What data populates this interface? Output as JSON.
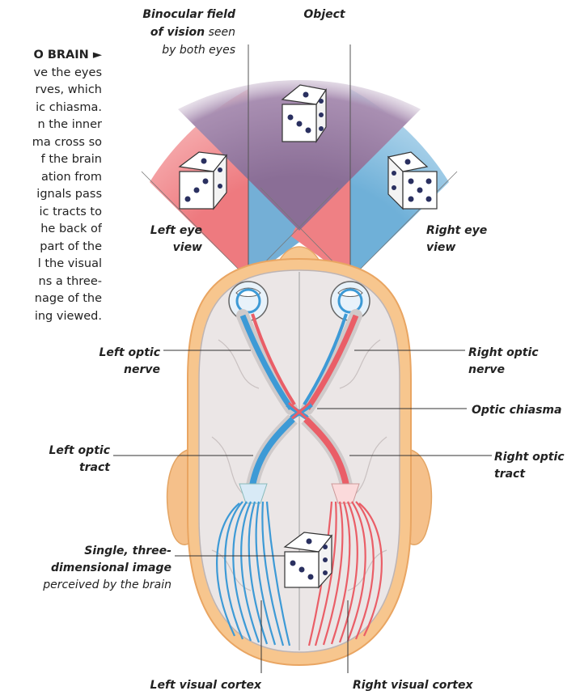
{
  "side_text": {
    "heading": "O BRAIN ►",
    "lines": [
      "ve the eyes",
      "rves, which",
      "ic chiasma.",
      "n the inner",
      "ma cross so",
      "f the brain",
      "ation from",
      "ignals pass",
      "ic tracts to",
      "he back of",
      "part of the",
      "l the visual",
      "ns a three-",
      "nage of the",
      "ing viewed."
    ]
  },
  "labels": {
    "binocular_1": "Binocular field",
    "binocular_2a": "of vision",
    "binocular_2b": " seen",
    "binocular_3": "by both eyes",
    "object": "Object",
    "left_eye_1": "Left eye",
    "left_eye_2": "view",
    "right_eye_1": "Right eye",
    "right_eye_2": "view",
    "left_optic_nerve_1": "Left optic",
    "left_optic_nerve_2": "nerve",
    "right_optic_nerve_1": "Right optic",
    "right_optic_nerve_2": "nerve",
    "optic_chiasma": "Optic chiasma",
    "left_optic_tract_1": "Left optic",
    "left_optic_tract_2": "tract",
    "right_optic_tract_1": "Right optic",
    "right_optic_tract_2": "tract",
    "single_image_1": "Single, three-",
    "single_image_2": "dimensional image",
    "single_image_3": "perceived by the brain",
    "left_visual_cortex": "Left visual cortex",
    "right_visual_cortex": "Right visual cortex"
  },
  "colors": {
    "binocular_purple": "#8c6f96",
    "left_field_red": "#ec7c80",
    "right_field_blue": "#70b0d8",
    "skin": "#f7c68e",
    "skin_dark": "#e9a562",
    "brain": "#ebe7e7",
    "nerve_blue": "#3d9ad6",
    "nerve_red": "#ea5e67"
  }
}
